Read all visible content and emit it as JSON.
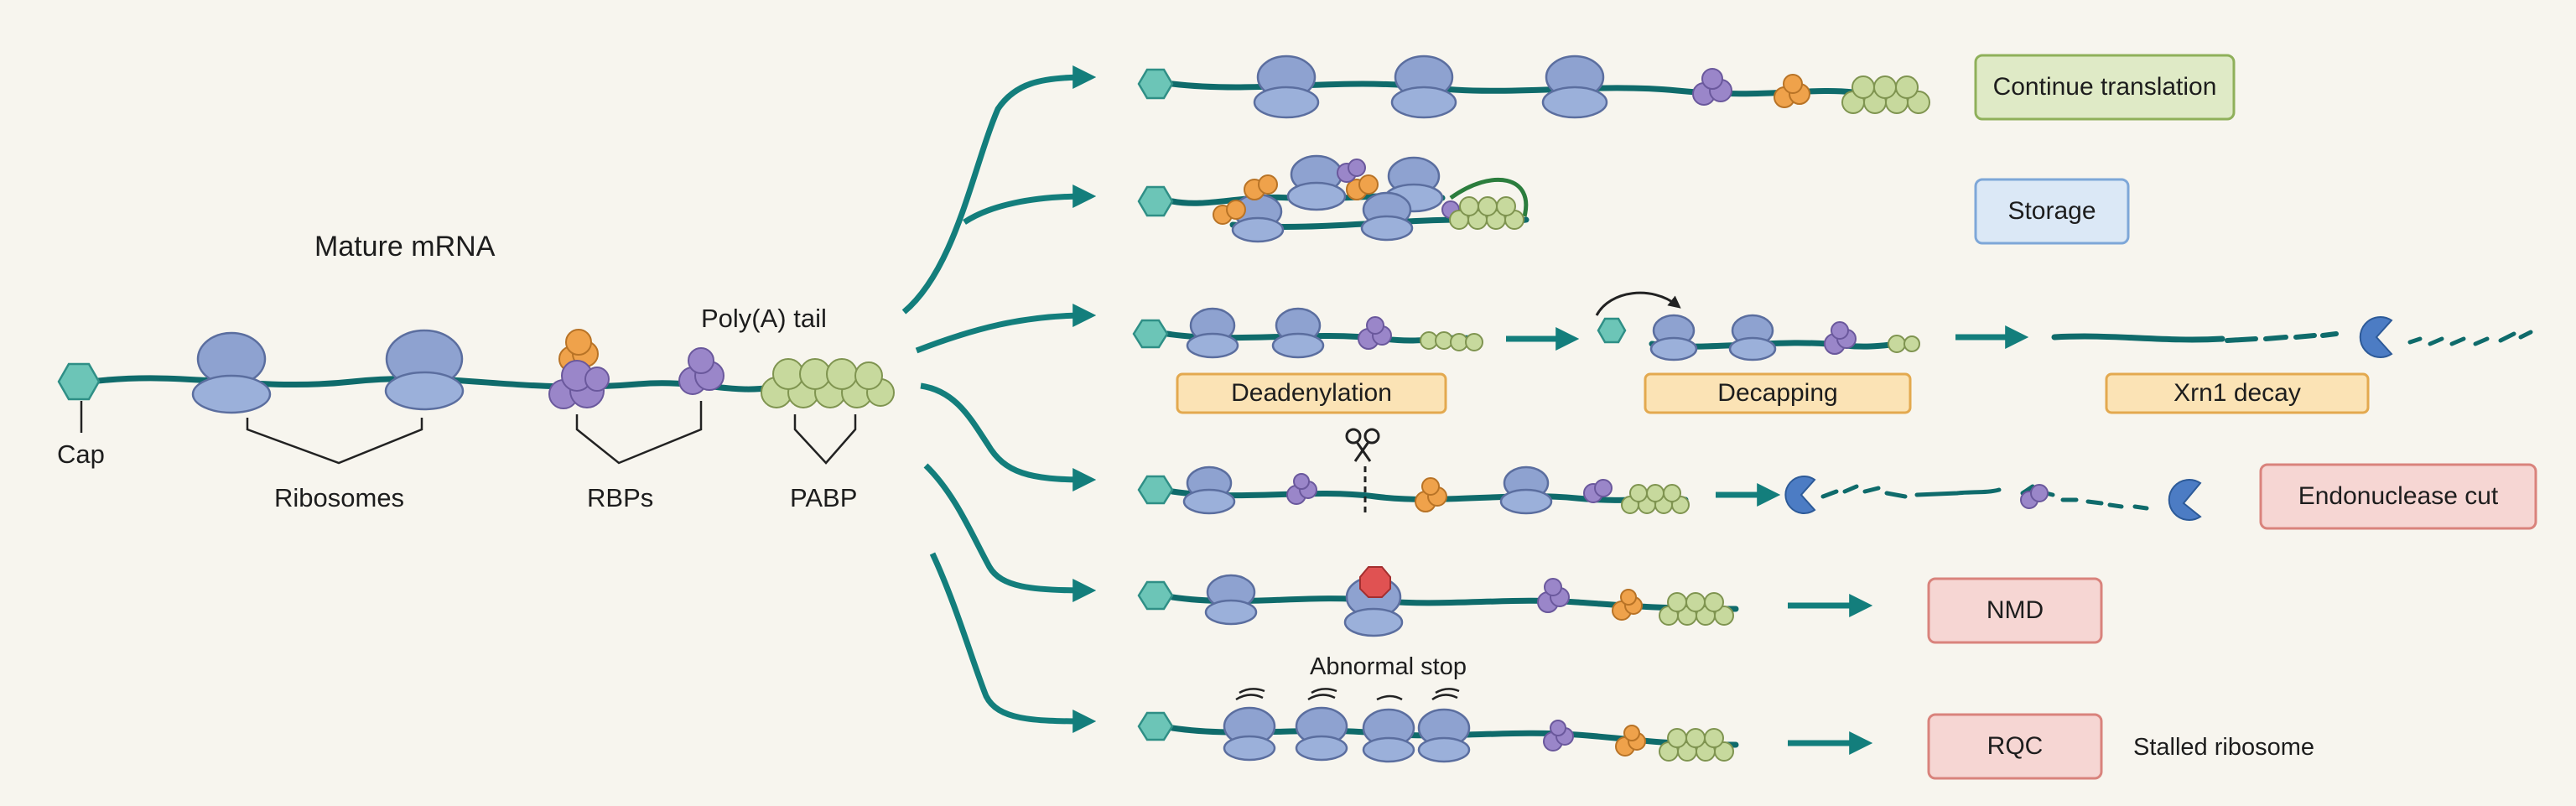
{
  "labels": {
    "title": "Mature mRNA",
    "cap": "Cap",
    "ribosomes": "Ribosomes",
    "rbps": "RBPs",
    "pabp": "PABP",
    "polya": "Poly(A) tail",
    "abnormal_stop": "Abnormal stop",
    "stalled_ribosome": "Stalled ribosome"
  },
  "outcomes": [
    {
      "label": "Continue translation",
      "fill": "#dfeac6",
      "stroke": "#8fb05a"
    },
    {
      "label": "Storage",
      "fill": "#dbe8f6",
      "stroke": "#7ea7d8"
    },
    {
      "label": "Endonuclease cut",
      "fill": "#f6d6d3",
      "stroke": "#d9837c"
    },
    {
      "label": "NMD",
      "fill": "#f6d6d3",
      "stroke": "#d9837c"
    },
    {
      "label": "RQC",
      "fill": "#f6d6d3",
      "stroke": "#d9837c"
    }
  ],
  "decay_steps": [
    {
      "label": "Deadenylation"
    },
    {
      "label": "Decapping"
    },
    {
      "label": "Xrn1 decay"
    }
  ],
  "colors": {
    "strand": "#0f6b6b",
    "arrow": "#137e7c",
    "ribosome": "#8ea2d0",
    "cap": "#6cc5b7",
    "rbp_purple": "#9a86c9",
    "rbp_orange": "#efa24b",
    "pabp": "#c7d99d",
    "xrn1": "#4c7cc4",
    "stop_signal": "#e05252",
    "decay_box": "#fbe3b5"
  }
}
